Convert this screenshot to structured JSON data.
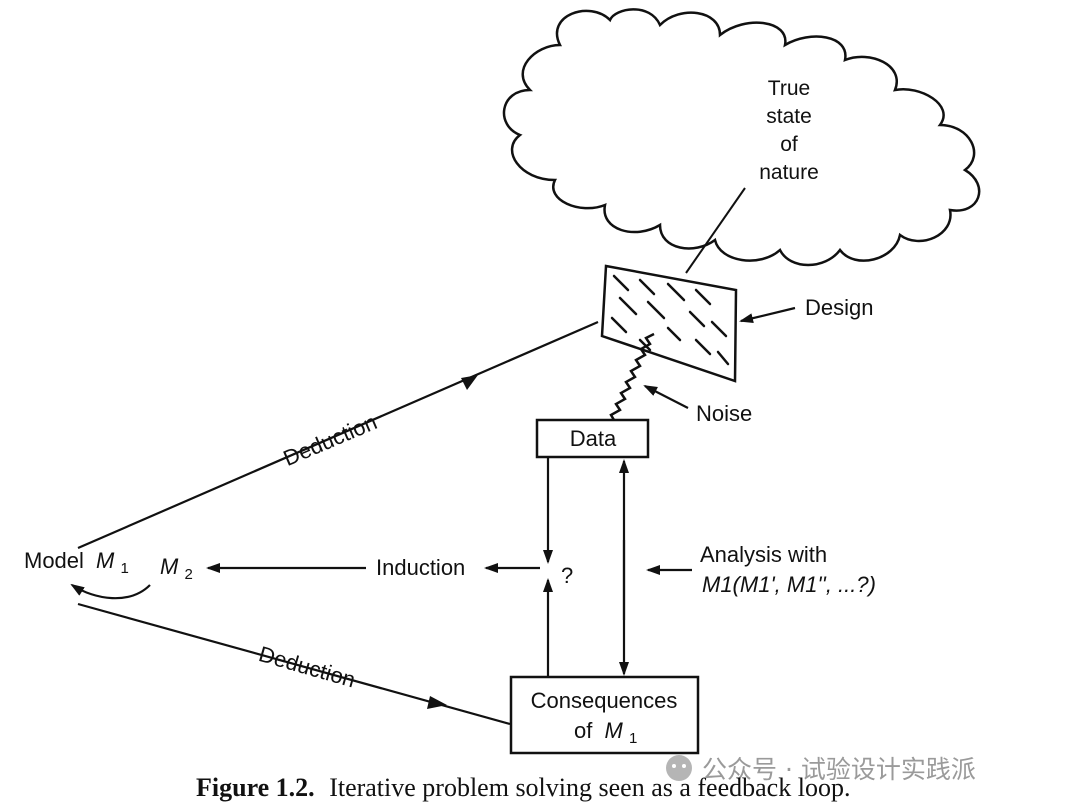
{
  "diagram": {
    "cloud": {
      "lines": [
        "True",
        "state",
        "of",
        "nature"
      ]
    },
    "labels": {
      "design": "Design",
      "noise": "Noise",
      "data": "Data",
      "deduction_upper": "Deduction",
      "deduction_lower": "Deduction",
      "model": "Model",
      "model_sub": "M",
      "model_sub_index": "1",
      "m2": "M",
      "m2_index": "2",
      "induction": "Induction",
      "question": "?",
      "analysis_line1": "Analysis with",
      "analysis_line2": "M1(M1', M1'', ...?)",
      "consequences_line1": "Consequences",
      "consequences_line2_prefix": "of",
      "consequences_line2_var": "M",
      "consequences_line2_index": "1"
    },
    "caption": {
      "label": "Figure 1.2.",
      "text": "Iterative problem solving seen as a feedback loop."
    },
    "watermark": "公众号 · 试验设计实践派"
  }
}
